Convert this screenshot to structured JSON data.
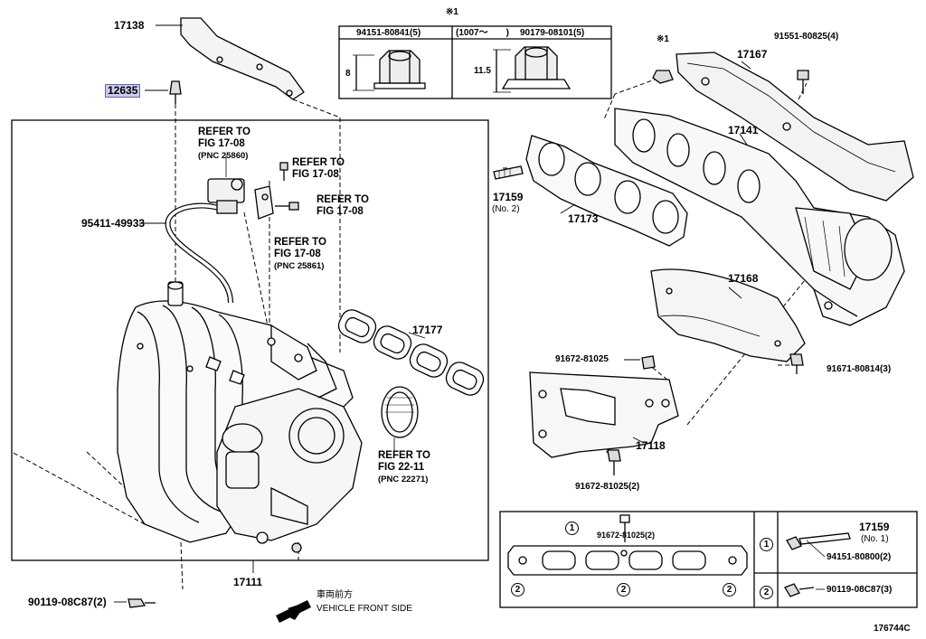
{
  "parts": {
    "p17138": "17138",
    "p12635": "12635",
    "p95411": "95411-49933",
    "p17111": "17111",
    "p90119a": "90119-08C87(2)",
    "p17177": "17177",
    "p94151a": "94151-80841(5)",
    "p1007": "(1007～　　)",
    "p90179": "90179-08101(5)",
    "dim8": "8",
    "dim11": "11.5",
    "mark1": "※1",
    "mark1b": "※1",
    "p91551": "91551-80825(4)",
    "p17167": "17167",
    "p17141": "17141",
    "p17159n2": "17159",
    "p17159n2sub": "(No. 2)",
    "p17173": "17173",
    "p17168": "17168",
    "p91672a": "91672-81025",
    "p91671": "91671-80814(3)",
    "p17118": "17118",
    "p91672b": "91672-81025(2)",
    "p91672c": "91672-81025(2)",
    "p17159n1": "17159",
    "p17159n1sub": "(No. 1)",
    "p94151b": "94151-80800(2)",
    "p90119b": "90119-08C87(3)",
    "diagram_id": "176744C"
  },
  "refs": {
    "r1a": "REFER TO",
    "r1b": "FIG 17-08",
    "r1c": "(PNC 25860)",
    "r2a": "REFER TO",
    "r2b": "FIG 17-08",
    "r3a": "REFER TO",
    "r3b": "FIG 17-08",
    "r4a": "REFER TO",
    "r4b": "FIG 17-08",
    "r4c": "(PNC 25861)",
    "r5a": "REFER TO",
    "r5b": "FIG 22-11",
    "r5c": "(PNC 22271)"
  },
  "front": {
    "jp": "車両前方",
    "en": "VEHICLE FRONT SIDE"
  },
  "circles": {
    "c1": "1",
    "c2": "2"
  }
}
